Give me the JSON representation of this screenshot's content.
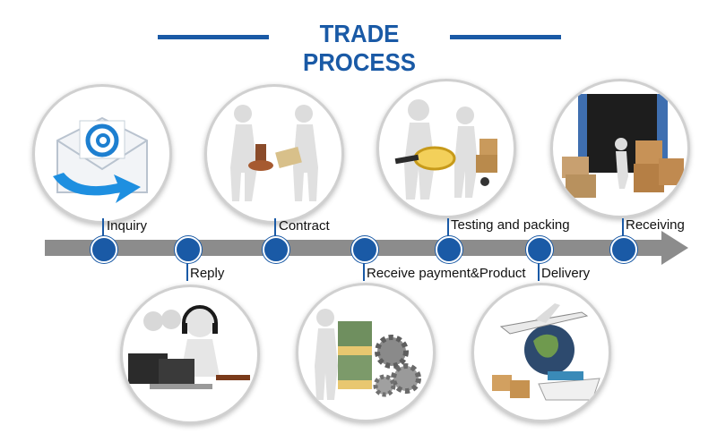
{
  "title": "TRADE PROCESS",
  "colors": {
    "accent": "#1a5aa6",
    "timeline": "#8c8c8c"
  },
  "steps": [
    {
      "label": "Inquiry",
      "icon": "email-at-icon"
    },
    {
      "label": "Reply",
      "icon": "call-center-icon"
    },
    {
      "label": "Contract",
      "icon": "contract-stamp-icon"
    },
    {
      "label": "Receive payment&Product",
      "icon": "money-gears-icon"
    },
    {
      "label": "Testing and packing",
      "icon": "magnifier-inspection-icon"
    },
    {
      "label": "Delivery",
      "icon": "globe-shipping-icon"
    },
    {
      "label": "Receiving",
      "icon": "container-boxes-icon"
    }
  ]
}
